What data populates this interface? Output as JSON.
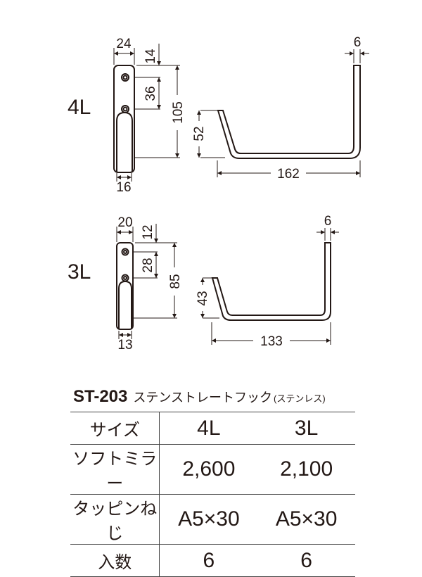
{
  "drawings": [
    {
      "size_label": "4L",
      "plate_width": "24",
      "top_offset": "14",
      "hole_pitch": "36",
      "plate_height": "105",
      "hook_width": "16",
      "tip_height": "52",
      "depth": "162",
      "wire": "6"
    },
    {
      "size_label": "3L",
      "plate_width": "20",
      "top_offset": "12",
      "hole_pitch": "28",
      "plate_height": "85",
      "hook_width": "13",
      "tip_height": "43",
      "depth": "133",
      "wire": "6"
    }
  ],
  "product": {
    "code": "ST-203",
    "name": "ステンストレートフック",
    "material": "(ステンレス)"
  },
  "table": {
    "rows": [
      {
        "label": "サイズ",
        "values": [
          "4L",
          "3L"
        ]
      },
      {
        "label": "ソフトミラー",
        "values": [
          "2,600",
          "2,100"
        ]
      },
      {
        "label": "タッピンねじ",
        "values": [
          "A5×30",
          "A5×30"
        ]
      },
      {
        "label": "入数",
        "values": [
          "6",
          "6"
        ]
      }
    ]
  }
}
